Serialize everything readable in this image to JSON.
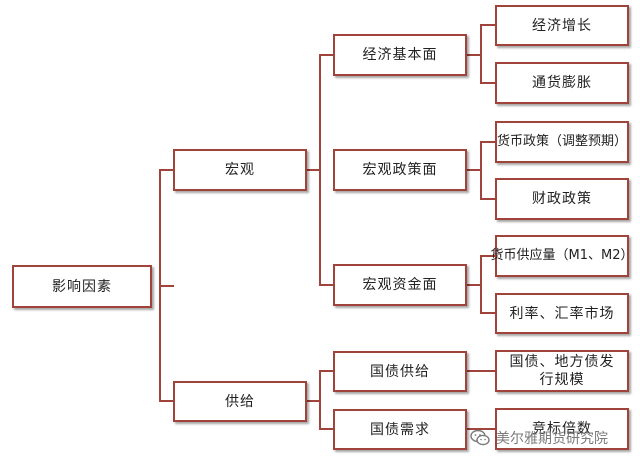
{
  "colors": {
    "border": "#a0433a",
    "line": "#a0433a",
    "text": "#222222",
    "watermark": "#7a7a7a"
  },
  "nodes": {
    "root": "影响因素",
    "macro": "宏观",
    "supply": "供给",
    "economic_fundamentals": "经济基本面",
    "macro_policy": "宏观政策面",
    "macro_funds": "宏观资金面",
    "treasury_supply": "国债供给",
    "treasury_demand": "国债需求",
    "economic_growth": "经济增长",
    "inflation": "通货膨胀",
    "monetary_policy": "货币政策（调整预期）",
    "fiscal_policy": "财政政策",
    "money_supply": "货币供应量（M1、M2）",
    "rates_fx_market": "利率、汇率市场",
    "bond_issuance": "国债、地方债发行规模",
    "bid_multiple": "竞标倍数"
  },
  "watermark": {
    "icon": "wechat-icon",
    "text": "美尔雅期货研究院"
  }
}
